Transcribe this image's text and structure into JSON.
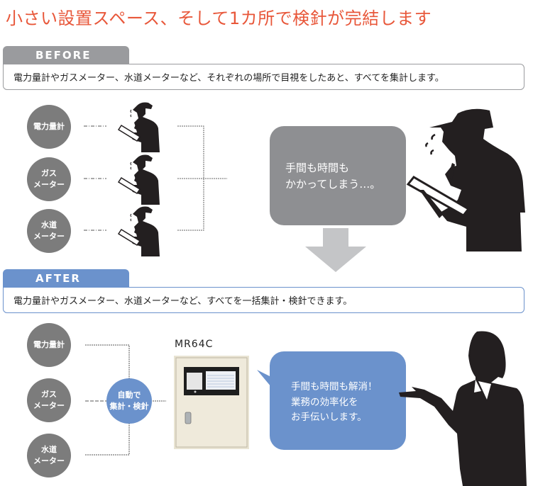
{
  "title": "小さい設置スペース、そして1カ所で検針が完結します",
  "before": {
    "tab_label": "BEFORE",
    "description": "電力量計やガスメーター、水道メーターなど、それぞれの場所で目視をしたあと、すべてを集計します。",
    "meters": [
      {
        "lines": [
          "電力量計"
        ]
      },
      {
        "lines": [
          "ガス",
          "メーター"
        ]
      },
      {
        "lines": [
          "水道",
          "メーター"
        ]
      }
    ],
    "bubble_lines": [
      "手間も時間も",
      "かかってしまう…。"
    ],
    "icons": [
      "worker-silhouette-icon",
      "worker-silhouette-large-icon",
      "down-arrow-icon"
    ]
  },
  "after": {
    "tab_label": "AFTER",
    "description": "電力量計やガスメーター、水道メーターなど、すべてを一括集計・検針できます。",
    "meters": [
      {
        "lines": [
          "電力量計"
        ]
      },
      {
        "lines": [
          "ガス",
          "メーター"
        ]
      },
      {
        "lines": [
          "水道",
          "メーター"
        ]
      }
    ],
    "hub_lines": [
      "自動で",
      "集計・検針"
    ],
    "device_model": "MR64C",
    "bubble_lines": [
      "手間も時間も解消！",
      "業務の効率化を",
      "お手伝いします。"
    ],
    "icons": [
      "meter-reading-panel-icon",
      "businesswoman-silhouette-icon"
    ]
  },
  "colors": {
    "title": "#e8573a",
    "before_accent": "#9a9b9e",
    "after_accent": "#6b92cc",
    "meter_circle": "#7c7c7c",
    "grey_bubble": "#8e8f92",
    "arrow": "#c4c5c7",
    "silhouette": "#231f20"
  }
}
